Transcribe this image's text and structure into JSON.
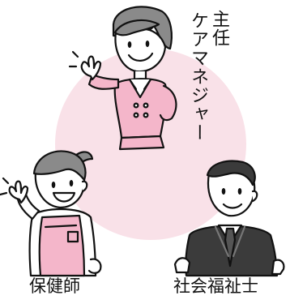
{
  "roles": {
    "care_manager": {
      "line1": "主任",
      "line2": "ケアマネジャー"
    },
    "public_health_nurse": {
      "label": "保健師"
    },
    "social_worker": {
      "label": "社会福祉士"
    }
  },
  "colors": {
    "circle_fill": "#f9e1e8",
    "outline": "#111111",
    "pink_clothing": "#f4b6ca",
    "hair_gray": "#8a8a8a",
    "suit_dark": "#3b3b3b",
    "skin": "#ffffff"
  },
  "icons": {
    "care_manager": "woman-waving-icon",
    "nurse": "woman-apron-waving-icon",
    "social_worker": "man-suit-icon"
  }
}
